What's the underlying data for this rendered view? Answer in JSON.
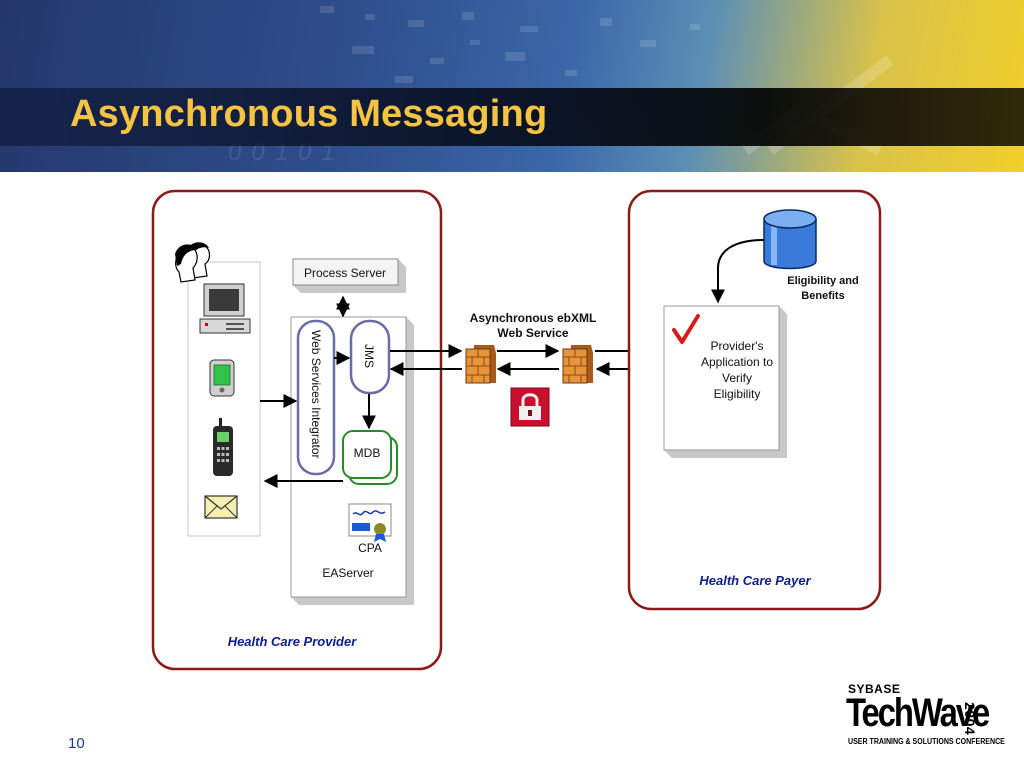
{
  "slide": {
    "title": "Asynchronous Messaging",
    "page_number": "10"
  },
  "diagram": {
    "provider": {
      "label": "Health Care Provider",
      "process_server": "Process Server",
      "web_services_integrator": "Web Services Integrator",
      "jms": "JMS",
      "mdb": "MDB",
      "cpa": "CPA",
      "easerver": "EAServer",
      "devices": [
        "users-icon",
        "desktop-computer-icon",
        "pda-icon",
        "mobile-phone-icon",
        "envelope-icon"
      ]
    },
    "middle": {
      "service_line1": "Asynchronous ebXML",
      "service_line2": "Web Service",
      "icons": [
        "firewall-icon",
        "firewall-icon",
        "padlock-icon"
      ]
    },
    "payer": {
      "label": "Health Care Payer",
      "database_line1": "Eligibility and",
      "database_line2": "Benefits",
      "app_line1": "Provider's",
      "app_line2": "Application to",
      "app_line3": "Verify",
      "app_line4": "Eligibility"
    }
  },
  "logo": {
    "brand": "SYBASE",
    "name": "TechWave",
    "year": "2004",
    "tagline": "USER TRAINING & SOLUTIONS CONFERENCE"
  },
  "colors": {
    "title": "#f6c343",
    "box_border": "#8b1a1a",
    "integrator_border": "#6b6ba8",
    "mdb_border": "#2a8a2a",
    "firewall": "#e08a2a",
    "lock": "#c8102e",
    "italic_label": "#0b1e8a"
  }
}
